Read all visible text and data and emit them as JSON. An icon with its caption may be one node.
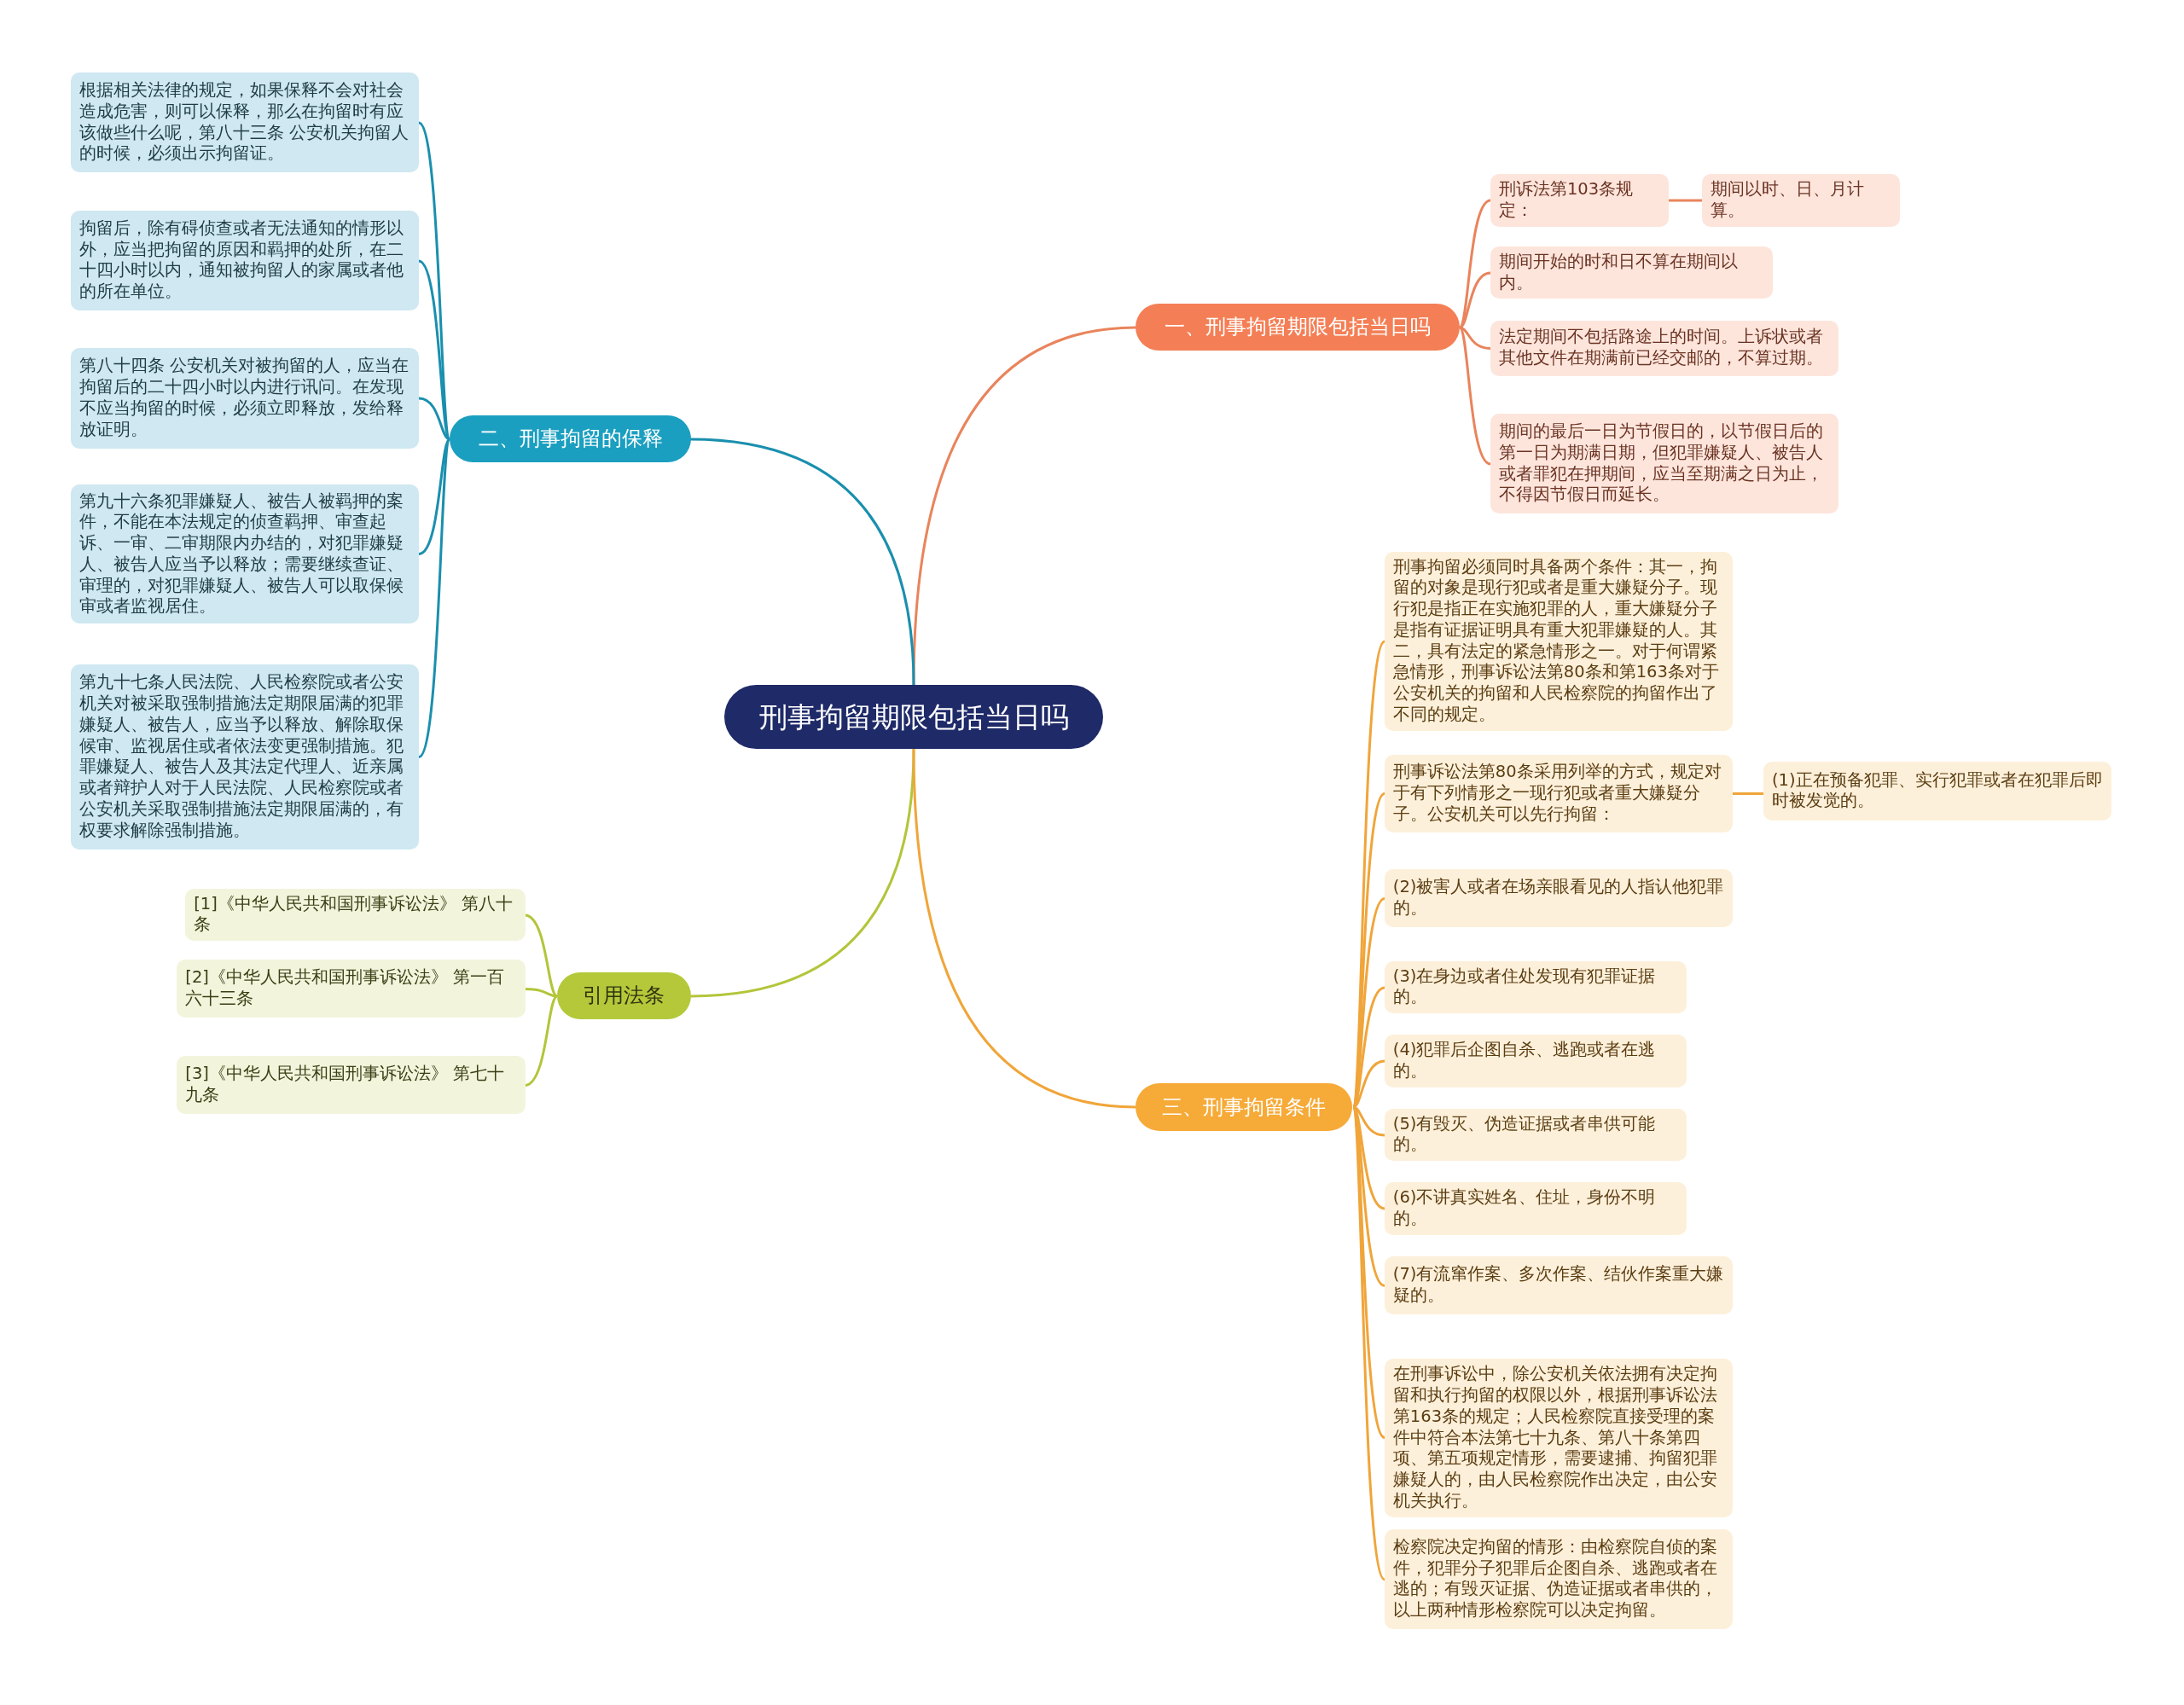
{
  "diagram": {
    "nodes": [
      {
        "text": [
          "刑事拘留期限包括当日吗"
        ]
      },
      {
        "text": [
          "一、刑事拘留期限包括当日吗"
        ]
      },
      {
        "text": [
          "刑诉法第103条规定："
        ]
      },
      {
        "text": [
          "期间以时、日、月计算。"
        ]
      },
      {
        "text": [
          "期间开始的时和日不算在期间以内。"
        ]
      },
      {
        "text": [
          "法定期间不包括路途上的时间。上诉状或者其他文件在期满前已经交邮的，不算过期。"
        ]
      },
      {
        "text": [
          "期间的最后一日为节假日的，以节假日后的第一日为期满日期，但犯罪嫌疑人、被告人或者罪犯在押期间，应当至期满之日为止，不得因节假日而延长。"
        ]
      },
      {
        "text": [
          "二、刑事拘留的保释"
        ]
      },
      {
        "text": [
          "根据相关法律的规定，如果保释不会对社会造成危害，则可以保释，那么在拘留时有应该做些什么呢，第八十三条 公安机关拘留人的时候，必须出示拘留证。"
        ]
      },
      {
        "text": [
          "拘留后，除有碍侦查或者无法通知的情形以外，应当把拘留的原因和羁押的处所，在二十四小时以内，通知被拘留人的家属或者他的所在单位。"
        ]
      },
      {
        "text": [
          "第八十四条 公安机关对被拘留的人，应当在拘留后的二十四小时以内进行讯问。在发现不应当拘留的时候，必须立即释放，发给释放证明。"
        ]
      },
      {
        "text": [
          "第九十六条犯罪嫌疑人、被告人被羁押的案件，不能在本法规定的侦查羁押、审查起诉、一审、二审期限内办结的，对犯罪嫌疑人、被告人应当予以释放；需要继续查证、审理的，对犯罪嫌疑人、被告人可以取保候审或者监视居住。"
        ]
      },
      {
        "text": [
          "第九十七条人民法院、人民检察院或者公安机关对被采取强制措施法定期限届满的犯罪嫌疑人、被告人，应当予以释放、解除取保候审、监视居住或者依法变更强制措施。犯罪嫌疑人、被告人及其法定代理人、近亲属或者辩护人对于人民法院、人民检察院或者公安机关采取强制措施法定期限届满的，有权要求解除强制措施。"
        ]
      },
      {
        "text": [
          "引用法条"
        ]
      },
      {
        "text": [
          "[1]《中华人民共和国刑事诉讼法》 第八十条"
        ]
      },
      {
        "text": [
          "[2]《中华人民共和国刑事诉讼法》 第一百六十三条"
        ]
      },
      {
        "text": [
          "[3]《中华人民共和国刑事诉讼法》 第七十九条"
        ]
      },
      {
        "text": [
          "三、刑事拘留条件"
        ]
      },
      {
        "text": [
          "刑事拘留必须同时具备两个条件：其一，拘留的对象是现行犯或者是重大嫌疑分子。现行犯是指正在实施犯罪的人，重大嫌疑分子是指有证据证明具有重大犯罪嫌疑的人。其二，具有法定的紧急情形之一。对于何谓紧急情形，刑事诉讼法第80条和第163条对于公安机关的拘留和人民检察院的拘留作出了不同的规定。"
        ]
      },
      {
        "text": [
          "刑事诉讼法第80条采用列举的方式，规定对于有下列情形之一现行犯或者重大嫌疑分子。公安机关可以先行拘留："
        ]
      },
      {
        "text": [
          "(1)正在预备犯罪、实行犯罪或者在犯罪后即时被发觉的。"
        ]
      },
      {
        "text": [
          "(2)被害人或者在场亲眼看见的人指认他犯罪的。"
        ]
      },
      {
        "text": [
          "(3)在身边或者住处发现有犯罪证据的。"
        ]
      },
      {
        "text": [
          "(4)犯罪后企图自杀、逃跑或者在逃的。"
        ]
      },
      {
        "text": [
          "(5)有毁灭、伪造证据或者串供可能的。"
        ]
      },
      {
        "text": [
          "(6)不讲真实姓名、住址，身份不明的。"
        ]
      },
      {
        "text": [
          "(7)有流窜作案、多次作案、结伙作案重大嫌疑的。"
        ]
      },
      {
        "text": [
          "在刑事诉讼中，除公安机关依法拥有决定拘留和执行拘留的权限以外，根据刑事诉讼法第163条的规定；人民检察院直接受理的案件中符合本法第七十九条、第八十条第四项、第五项规定情形，需要逮捕、拘留犯罪嫌疑人的，由人民检察院作出决定，由公安机关执行。"
        ]
      },
      {
        "text": [
          "检察院决定拘留的情形：由检察院自侦的案件，犯罪分子犯罪后企图自杀、逃跑或者在逃的；有毁灭证据、伪造证据或者串供的，以上两种情形检察院可以决定拘留。"
        ]
      }
    ],
    "edges": [
      {
        "from": 0,
        "to": 1,
        "arrow": "none",
        "color": "#e9845c"
      },
      {
        "from": 1,
        "to": 2,
        "arrow": "none",
        "color": "#e9845c"
      },
      {
        "from": 2,
        "to": 3,
        "arrow": "none",
        "color": "#e9845c"
      },
      {
        "from": 1,
        "to": 4,
        "arrow": "none",
        "color": "#e9845c"
      },
      {
        "from": 1,
        "to": 5,
        "arrow": "none",
        "color": "#e9845c"
      },
      {
        "from": 1,
        "to": 6,
        "arrow": "none",
        "color": "#e9845c"
      },
      {
        "from": 0,
        "to": 7,
        "arrow": "none",
        "color": "#1a8fae"
      },
      {
        "from": 7,
        "to": 8,
        "arrow": "none",
        "color": "#1a8fae"
      },
      {
        "from": 7,
        "to": 9,
        "arrow": "none",
        "color": "#1a8fae"
      },
      {
        "from": 7,
        "to": 10,
        "arrow": "none",
        "color": "#1a8fae"
      },
      {
        "from": 7,
        "to": 11,
        "arrow": "none",
        "color": "#1a8fae"
      },
      {
        "from": 7,
        "to": 12,
        "arrow": "none",
        "color": "#1a8fae"
      },
      {
        "from": 0,
        "to": 13,
        "arrow": "none",
        "color": "#b3c53a"
      },
      {
        "from": 13,
        "to": 14,
        "arrow": "none",
        "color": "#b3c53a"
      },
      {
        "from": 13,
        "to": 15,
        "arrow": "none",
        "color": "#b3c53a"
      },
      {
        "from": 13,
        "to": 16,
        "arrow": "none",
        "color": "#b3c53a"
      },
      {
        "from": 0,
        "to": 17,
        "arrow": "none"
      },
      {
        "from": 17,
        "to": 18,
        "arrow": "none"
      },
      {
        "from": 17,
        "to": 19,
        "arrow": "none"
      },
      {
        "from": 19,
        "to": 20,
        "arrow": "none"
      },
      {
        "from": 17,
        "to": 21,
        "arrow": "none"
      },
      {
        "from": 17,
        "to": 22,
        "arrow": "none"
      },
      {
        "from": 17,
        "to": 23,
        "arrow": "none"
      },
      {
        "from": 17,
        "to": 24,
        "arrow": "none"
      },
      {
        "from": 17,
        "to": 25,
        "arrow": "none"
      },
      {
        "from": 17,
        "to": 26,
        "arrow": "none"
      },
      {
        "from": 17,
        "to": 27,
        "arrow": "none"
      },
      {
        "from": 17,
        "to": 28,
        "arrow": "none"
      }
    ]
  }
}
